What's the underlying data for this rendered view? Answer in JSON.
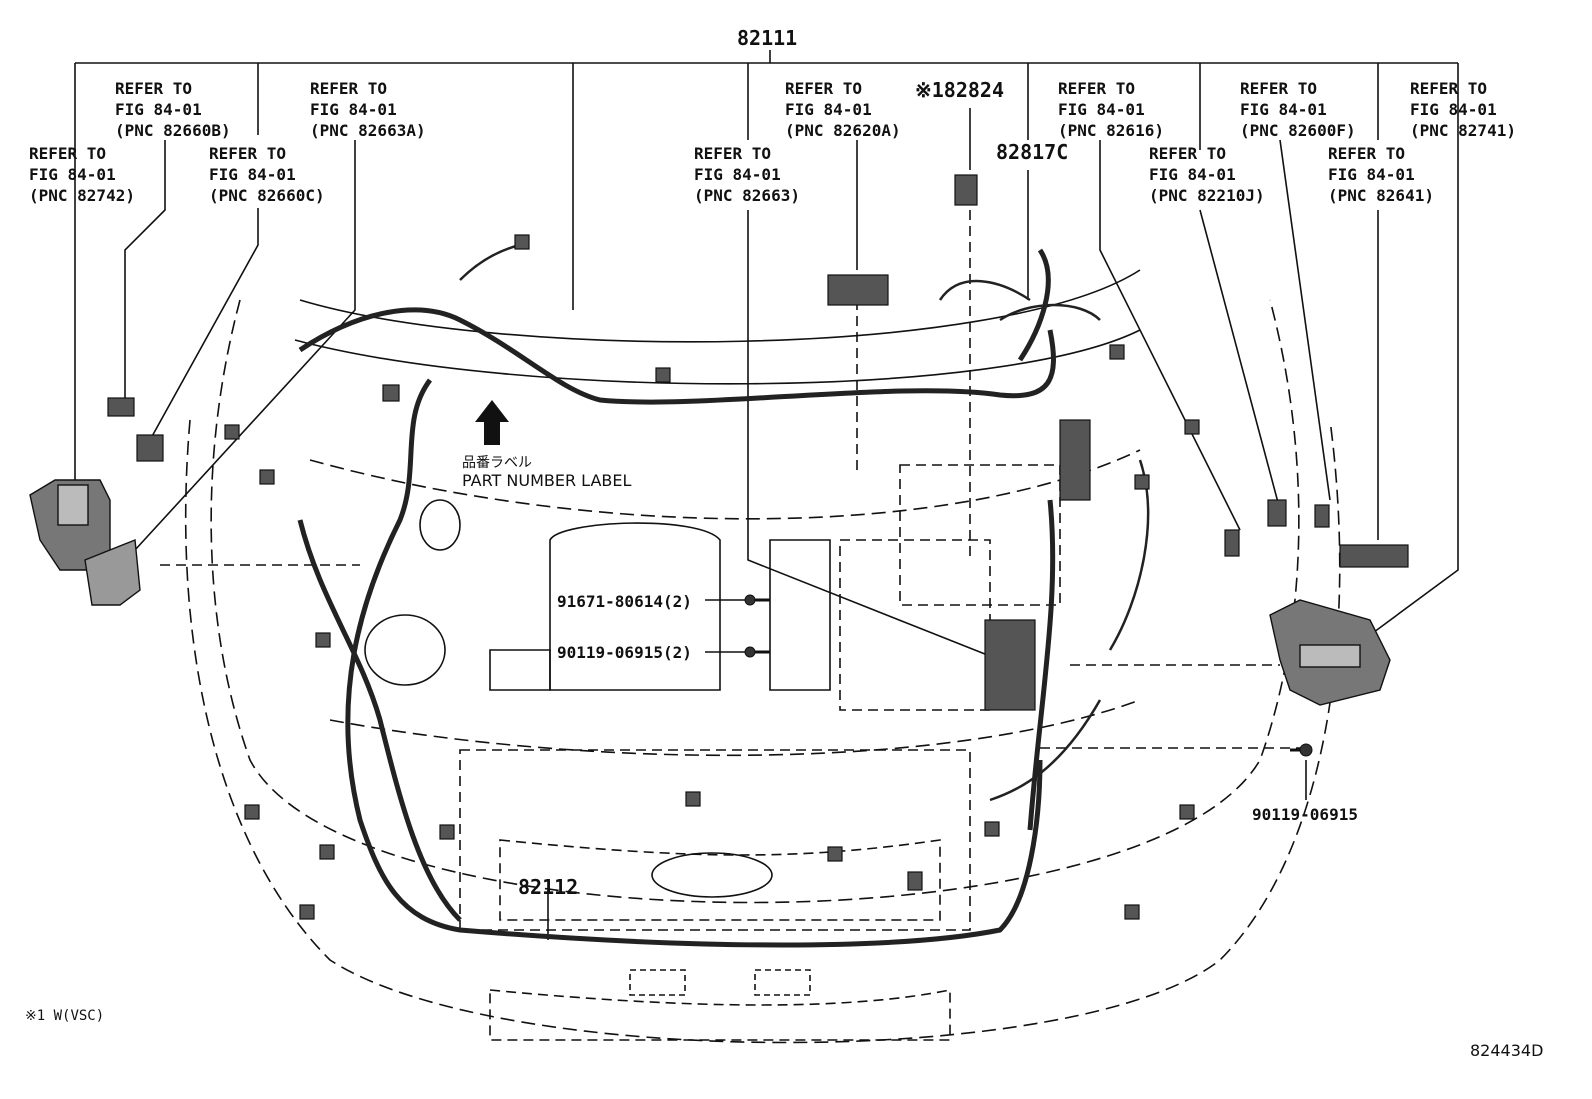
{
  "top_part_number": "82111",
  "callouts": [
    {
      "id": "c82660b",
      "line1": "REFER TO",
      "line2": "FIG 84-01",
      "line3": "(PNC 82660B)"
    },
    {
      "id": "c82663a",
      "line1": "REFER TO",
      "line2": "FIG 84-01",
      "line3": "(PNC 82663A)"
    },
    {
      "id": "c82742",
      "line1": "REFER TO",
      "line2": "FIG 84-01",
      "line3": "(PNC 82742)"
    },
    {
      "id": "c82660c",
      "line1": "REFER TO",
      "line2": "FIG 84-01",
      "line3": "(PNC 82660C)"
    },
    {
      "id": "c82663",
      "line1": "REFER TO",
      "line2": "FIG 84-01",
      "line3": "(PNC 82663)"
    },
    {
      "id": "c82620a",
      "line1": "REFER TO",
      "line2": "FIG 84-01",
      "line3": "(PNC 82620A)"
    },
    {
      "id": "c82616",
      "line1": "REFER TO",
      "line2": "FIG 84-01",
      "line3": "(PNC 82616)"
    },
    {
      "id": "c82210j",
      "line1": "REFER TO",
      "line2": "FIG 84-01",
      "line3": "(PNC 82210J)"
    },
    {
      "id": "c82600f",
      "line1": "REFER TO",
      "line2": "FIG 84-01",
      "line3": "(PNC 82600F)"
    },
    {
      "id": "c82641",
      "line1": "REFER TO",
      "line2": "FIG 84-01",
      "line3": "(PNC 82641)"
    },
    {
      "id": "c82741",
      "line1": "REFER TO",
      "line2": "FIG 84-01",
      "line3": "(PNC 82741)"
    }
  ],
  "part_82824": "※182824",
  "part_82817c": "82817C",
  "part_label_jp": "品番ラベル",
  "part_label_en": "PART NUMBER LABEL",
  "bolt_91671": "91671-80614(2)",
  "bolt_90119_a": "90119-06915(2)",
  "bolt_90119_b": "90119-06915",
  "part_82112": "82112",
  "footnote": "※1 W(VSC)",
  "figure_id": "824434D"
}
